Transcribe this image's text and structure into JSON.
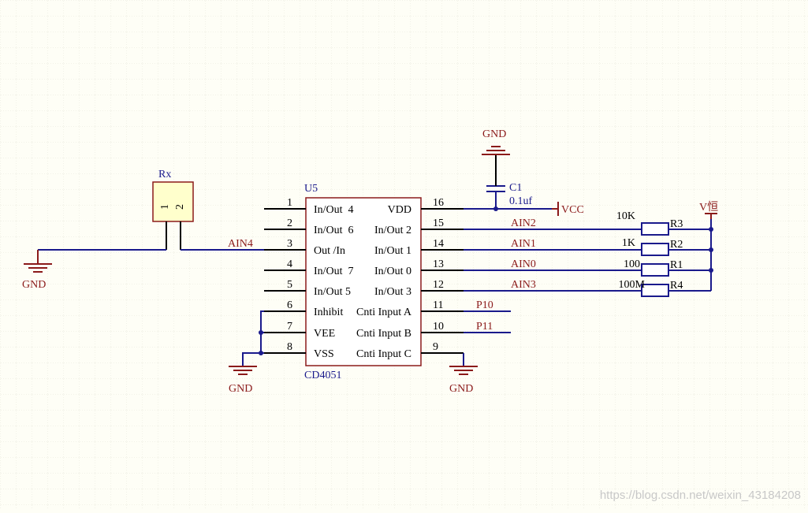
{
  "u5": {
    "designator": "U5",
    "part": "CD4051",
    "left_pins": [
      {
        "num": "1",
        "label": "In/Out  4"
      },
      {
        "num": "2",
        "label": "In/Out  6"
      },
      {
        "num": "3",
        "label": "Out /In"
      },
      {
        "num": "4",
        "label": "In/Out  7"
      },
      {
        "num": "5",
        "label": "In/Out 5"
      },
      {
        "num": "6",
        "label": "Inhibit"
      },
      {
        "num": "7",
        "label": "VEE"
      },
      {
        "num": "8",
        "label": "VSS"
      }
    ],
    "right_pins": [
      {
        "num": "16",
        "label": "VDD"
      },
      {
        "num": "15",
        "label": "In/Out 2"
      },
      {
        "num": "14",
        "label": "In/Out 1"
      },
      {
        "num": "13",
        "label": "In/Out 0"
      },
      {
        "num": "12",
        "label": "In/Out 3"
      },
      {
        "num": "11",
        "label": "Cnti Input A"
      },
      {
        "num": "10",
        "label": "Cnti Input B"
      },
      {
        "num": "9",
        "label": "Cnti Input C"
      }
    ]
  },
  "rx": {
    "designator": "Rx",
    "pin1": "1",
    "pin2": "2"
  },
  "capacitor": {
    "designator": "C1",
    "value": "0.1uf"
  },
  "resistors": [
    {
      "designator": "R3",
      "value": "10K"
    },
    {
      "designator": "R2",
      "value": "1K"
    },
    {
      "designator": "R1",
      "value": "100"
    },
    {
      "designator": "R4",
      "value": "100M"
    }
  ],
  "nets": {
    "ain4": "AIN4",
    "ain2": "AIN2",
    "ain1": "AIN1",
    "ain0": "AIN0",
    "ain3": "AIN3",
    "p10": "P10",
    "p11": "P11",
    "vcc": "VCC",
    "vconst": "V恒"
  },
  "gnd_label": "GND",
  "watermark": "https://blog.csdn.net/weixin_43184208"
}
